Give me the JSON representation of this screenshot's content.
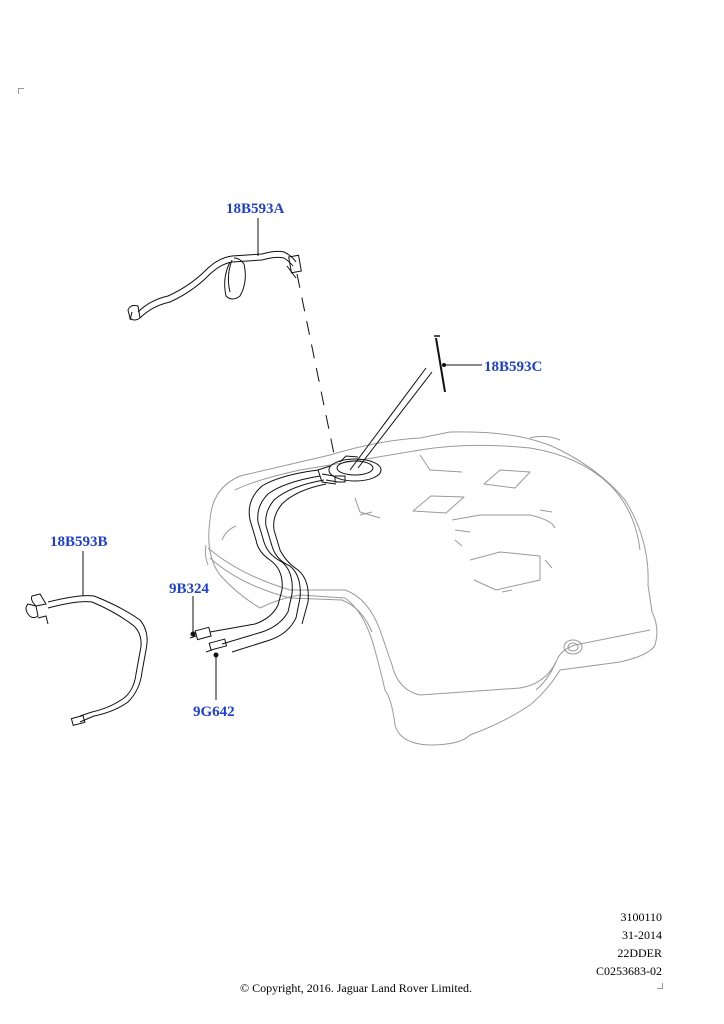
{
  "colors": {
    "callout": "#1f3fd4",
    "line": "#111111",
    "tank": "#8a8a8a",
    "tank_light": "#b5b5b5"
  },
  "callouts": [
    {
      "id": "a",
      "text": "18B593A"
    },
    {
      "id": "b",
      "text": "18B593B"
    },
    {
      "id": "c",
      "text": "18B593C"
    },
    {
      "id": "d",
      "text": "9B324"
    },
    {
      "id": "e",
      "text": "9G642"
    }
  ],
  "info": {
    "line1": "3100110",
    "line2": "31-2014",
    "line3": "22DDER",
    "line4": "C0253683-02"
  },
  "copyright": "© Copyright, 2016. Jaguar Land Rover Limited."
}
